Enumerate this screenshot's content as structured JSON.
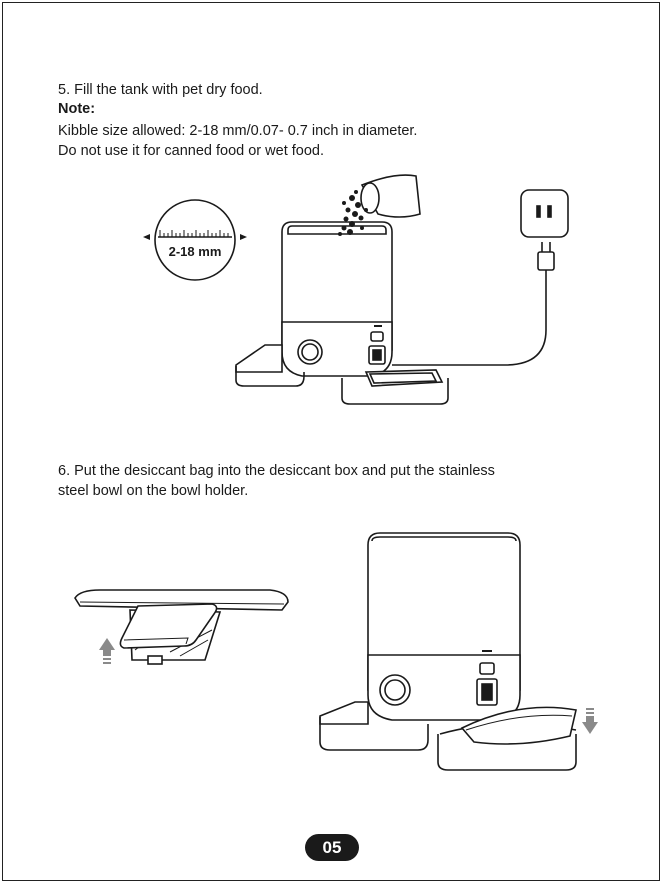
{
  "step5": {
    "title": "5. Fill the tank with pet dry food.",
    "note_label": "Note:",
    "line1": "Kibble size allowed: 2-18 mm/0.07- 0.7 inch in diameter.",
    "line2": "Do not use it for canned food or wet food."
  },
  "gauge": {
    "label": "2-18 mm"
  },
  "step6": {
    "line1": "6. Put the desiccant bag into the desiccant box and put the stainless",
    "line2": "steel bowl on the bowl holder."
  },
  "page": {
    "number": "05"
  }
}
